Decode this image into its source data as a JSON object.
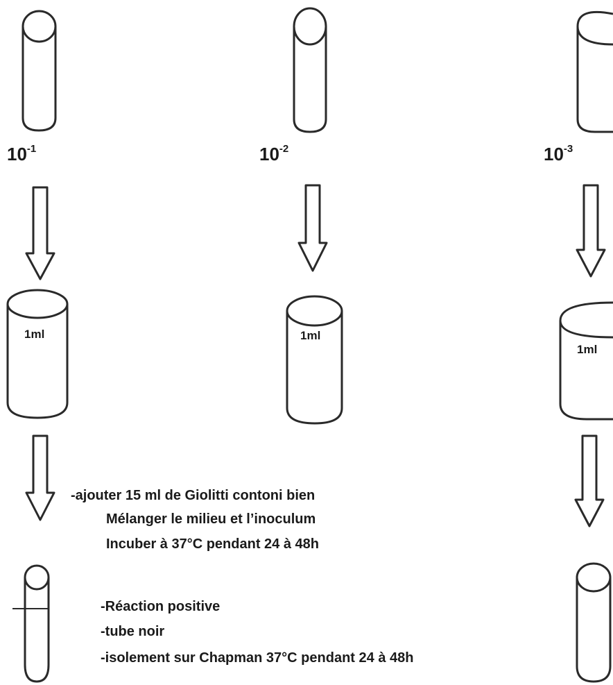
{
  "columns": [
    {
      "dilution_base": "10",
      "dilution_exp": "-1",
      "volume": "1ml"
    },
    {
      "dilution_base": "10",
      "dilution_exp": "-2",
      "volume": "1ml"
    },
    {
      "dilution_base": "10",
      "dilution_exp": "-3",
      "volume": "1ml"
    }
  ],
  "instructions": {
    "line1": "-ajouter 15 ml de Giolitti contoni bien",
    "line2": "Mélanger le milieu et l’inoculum",
    "line3": "Incuber à 37°C pendant 24 à 48h"
  },
  "results": {
    "line1": "-Réaction positive",
    "line2": "-tube noir",
    "line3": "-isolement sur Chapman 37°C pendant 24 à 48h"
  }
}
